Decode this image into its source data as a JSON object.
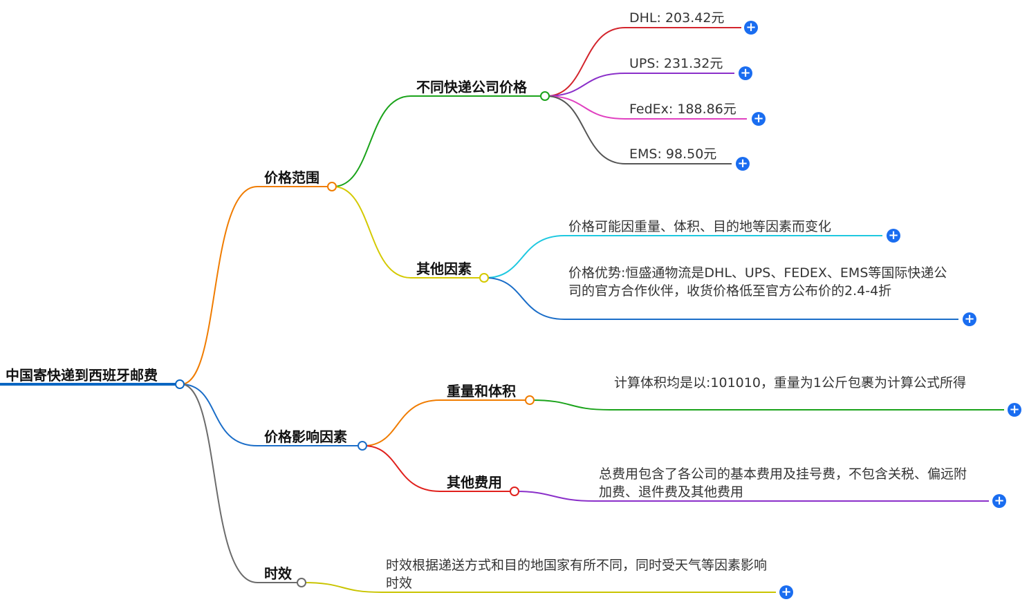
{
  "root": {
    "label": "中国寄快递到西班牙邮费"
  },
  "branches": {
    "price_range": {
      "label": "价格范围",
      "carriers": {
        "label": "不同快递公司价格",
        "items": [
          "DHL: 203.42元",
          "UPS: 231.32元",
          "FedEx: 188.86元",
          "EMS: 98.50元"
        ]
      },
      "other": {
        "label": "其他因素",
        "items": [
          "价格可能因重量、体积、目的地等因素而变化",
          "价格优势:恒盛通物流是DHL、UPS、FEDEX、EMS等国际快递公司的官方合作伙伴，收货价格低至官方公布价的2.4-4折"
        ]
      }
    },
    "factors": {
      "label": "价格影响因素",
      "weight": {
        "label": "重量和体积",
        "items": [
          "计算体积均是以:101010，重量为1公斤包裹为计算公式所得"
        ]
      },
      "fees": {
        "label": "其他费用",
        "items": [
          "总费用包含了各公司的基本费用及挂号费，不包含关税、偏远附加费、退件费及其他费用"
        ]
      }
    },
    "time": {
      "label": "时效",
      "items": [
        "时效根据递送方式和目的地国家有所不同，同时受天气等因素影响时效"
      ]
    }
  },
  "colors": {
    "root_line": "#0a66c2",
    "price_range": "#f07c00",
    "factors": "#1a6dc8",
    "time": "#6b6b6b",
    "carriers": "#1aa31a",
    "other": "#d4c900",
    "dhl": "#d3242c",
    "ups": "#8a2fc9",
    "fedex": "#e040c0",
    "ems": "#555555",
    "other_a": "#1ec8e0",
    "other_b": "#1a6dc8",
    "weight": "#f07c00",
    "fees": "#e0201c",
    "weight_leaf": "#1aa31a",
    "fees_leaf": "#8a2fc9",
    "time_leaf": "#c9c400",
    "plus": "#1a6df0"
  }
}
